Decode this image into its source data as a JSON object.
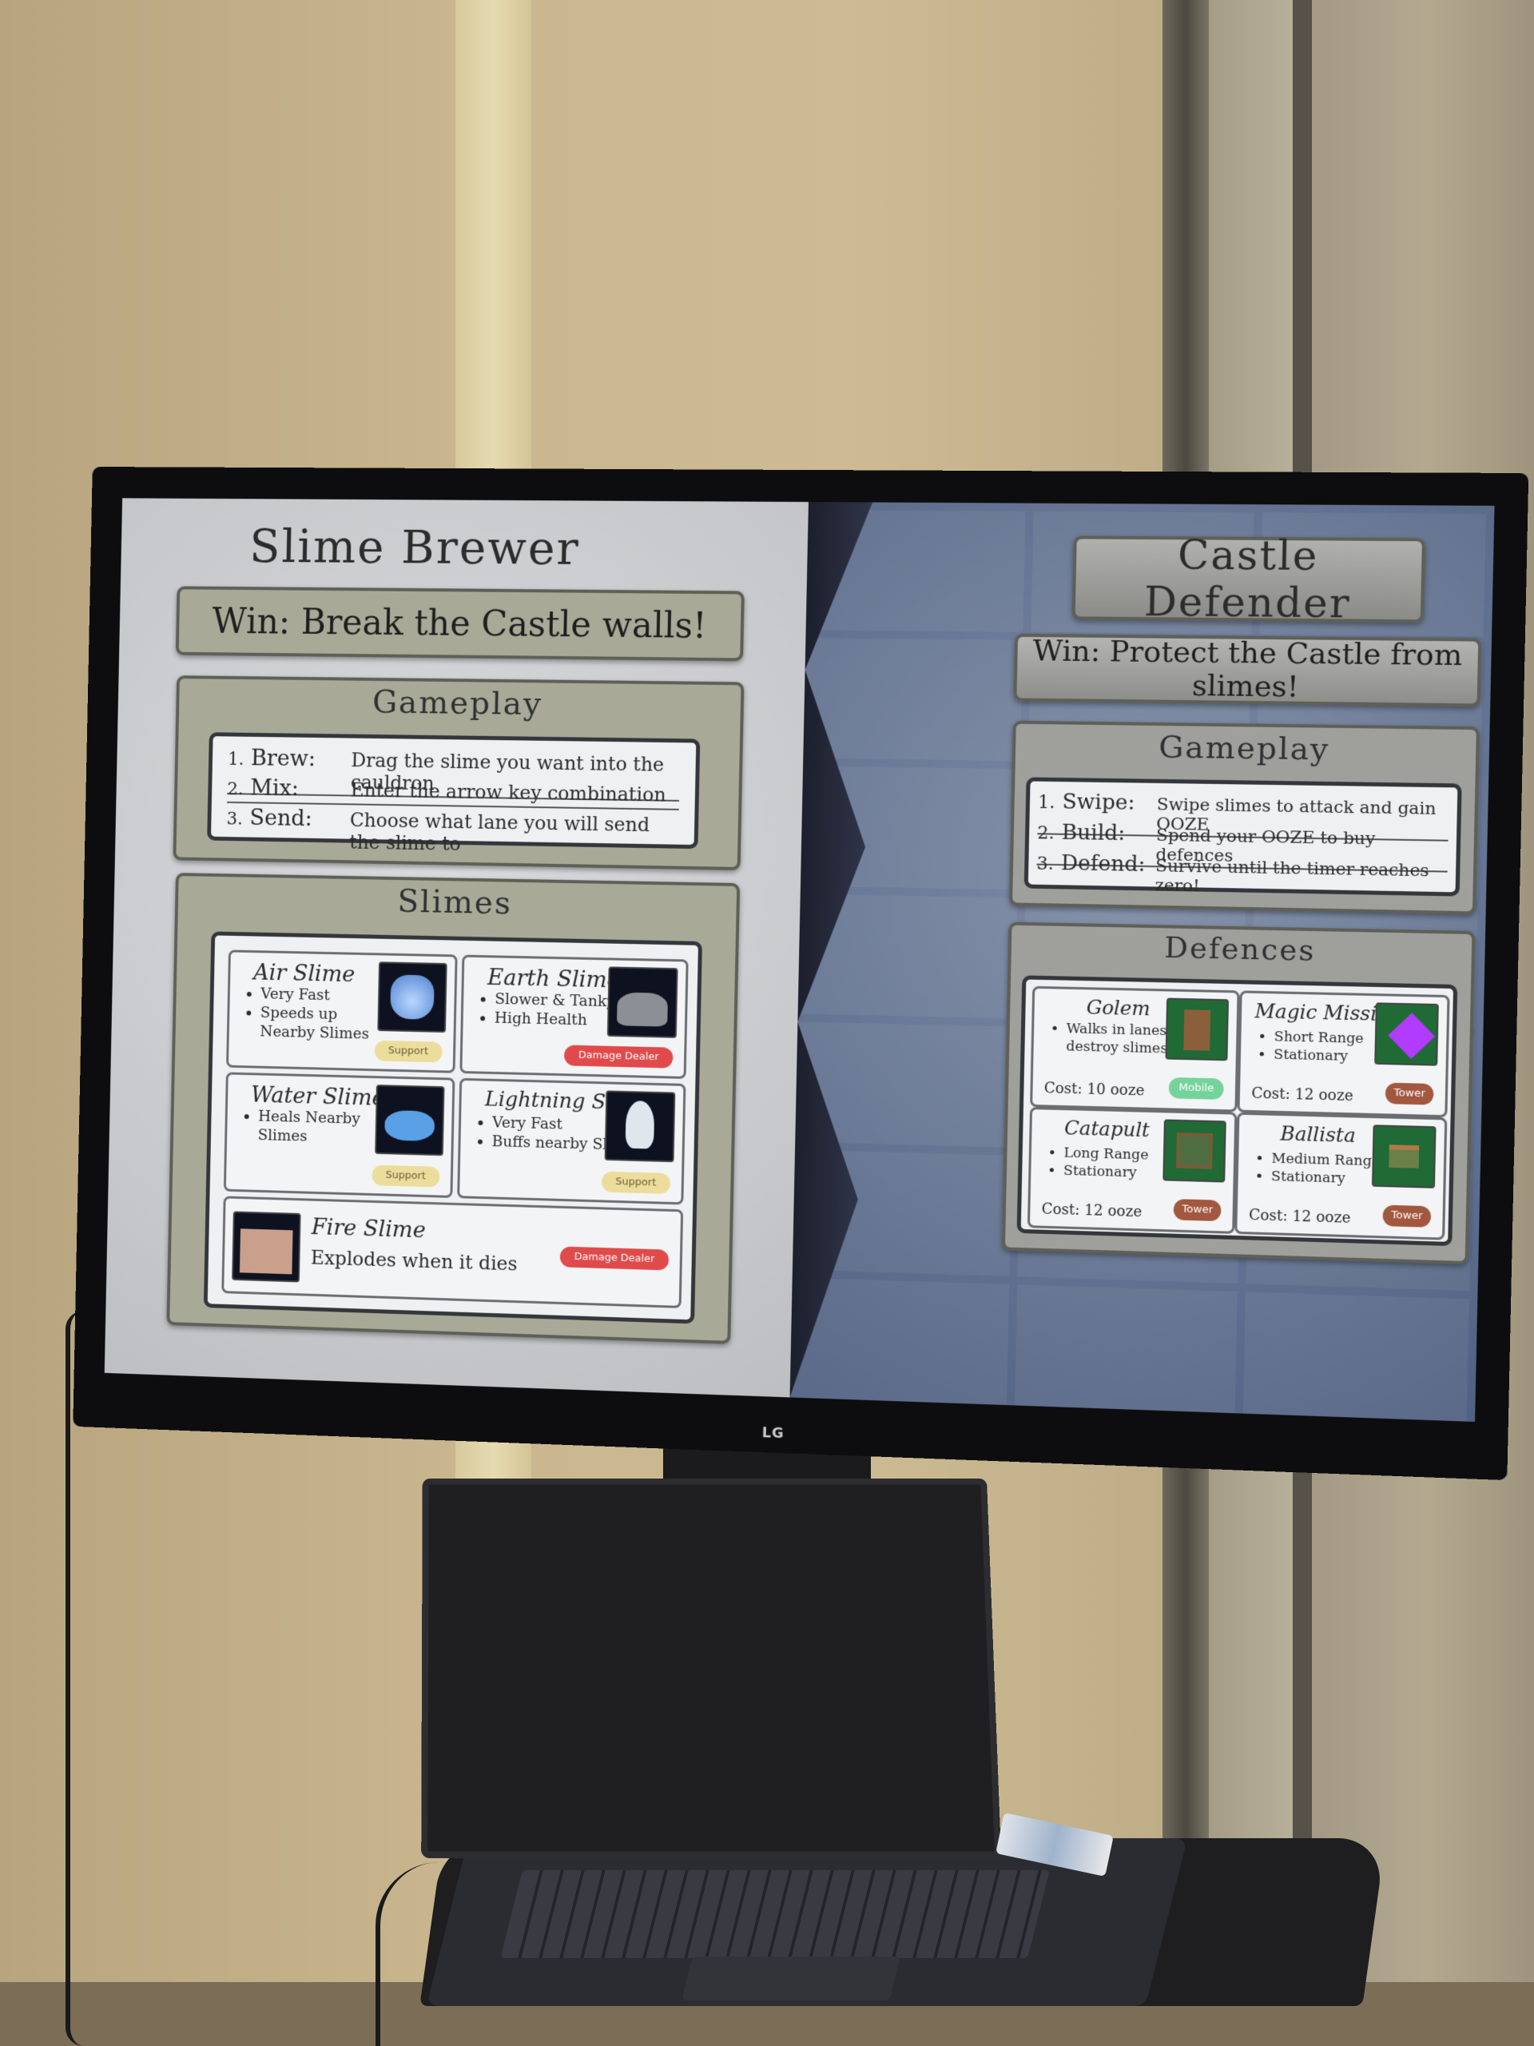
{
  "tv_brand": "LG",
  "left": {
    "title": "Slime Brewer",
    "win": "Win: Break the Castle walls!",
    "gameplay_title": "Gameplay",
    "steps": [
      {
        "num": "1.",
        "name": "Brew:",
        "desc": "Drag the slime you want into the cauldron"
      },
      {
        "num": "2.",
        "name": "Mix:",
        "desc": "Enter the arrow key combination"
      },
      {
        "num": "3.",
        "name": "Send:",
        "desc": "Choose what lane you will send the slime to"
      }
    ],
    "slimes_title": "Slimes",
    "slimes": [
      {
        "name": "Air Slime",
        "bullets": [
          "Very Fast",
          "Speeds up Nearby Slimes"
        ],
        "role": "Support",
        "icon": "air-slime-icon"
      },
      {
        "name": "Earth Slime",
        "bullets": [
          "Slower & Tanky",
          "High Health"
        ],
        "role": "Damage Dealer",
        "icon": "earth-slime-icon"
      },
      {
        "name": "Water Slime",
        "bullets": [
          "Heals Nearby Slimes"
        ],
        "role": "Support",
        "icon": "water-slime-icon"
      },
      {
        "name": "Lightning Slime",
        "bullets": [
          "Very Fast",
          "Buffs nearby Slimes"
        ],
        "role": "Support",
        "icon": "lightning-slime-icon"
      },
      {
        "name": "Fire Slime",
        "desc": "Explodes when it dies",
        "role": "Damage Dealer",
        "icon": "fire-slime-icon"
      }
    ]
  },
  "right": {
    "title": "Castle Defender",
    "win": "Win: Protect the Castle from slimes!",
    "gameplay_title": "Gameplay",
    "steps": [
      {
        "num": "1.",
        "name": "Swipe:",
        "desc": "Swipe slimes to attack and gain OOZE"
      },
      {
        "num": "2.",
        "name": "Build:",
        "desc": "Spend your OOZE to buy defences"
      },
      {
        "num": "3.",
        "name": "Defend:",
        "desc": "Survive until the timer reaches zero!"
      }
    ],
    "defences_title": "Defences",
    "defences": [
      {
        "name": "Golem",
        "bullets": [
          "Walks in lanes to destroy slimes"
        ],
        "cost": "Cost: 10 ooze",
        "role": "Mobile",
        "icon": "golem-icon"
      },
      {
        "name": "Magic Missiles",
        "bullets": [
          "Short Range",
          "Stationary"
        ],
        "cost": "Cost: 12 ooze",
        "role": "Tower",
        "icon": "magic-missiles-icon"
      },
      {
        "name": "Catapult",
        "bullets": [
          "Long Range",
          "Stationary"
        ],
        "cost": "Cost: 12 ooze",
        "role": "Tower",
        "icon": "catapult-icon"
      },
      {
        "name": "Ballista",
        "bullets": [
          "Medium Range",
          "Stationary"
        ],
        "cost": "Cost: 12 ooze",
        "role": "Tower",
        "icon": "ballista-icon"
      }
    ]
  }
}
